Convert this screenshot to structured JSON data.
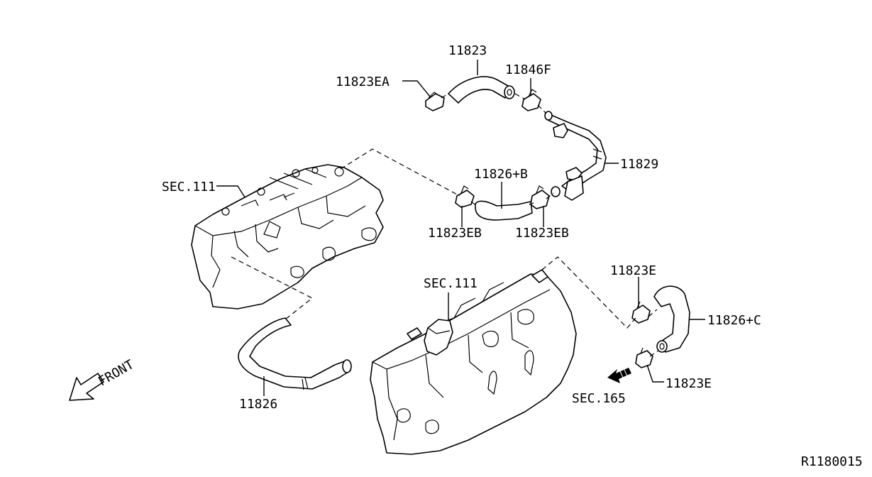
{
  "labels": {
    "p11823": "11823",
    "p11823EA": "11823EA",
    "p11846F": "11846F",
    "p11829": "11829",
    "p11826B": "11826+B",
    "p11823EB_left": "11823EB",
    "p11823EB_right": "11823EB",
    "sec111_top": "SEC.111",
    "sec111_mid": "SEC.111",
    "p11823E_top": "11823E",
    "p11826C": "11826+C",
    "p11823E_bottom": "11823E",
    "sec165": "SEC.165",
    "p11826": "11826",
    "front": "FRONT",
    "ref_code": "R1180015"
  },
  "icons": {
    "front_arrow": "front-direction-arrow-icon",
    "sec165_arrow": "hatched-arrow-icon"
  }
}
